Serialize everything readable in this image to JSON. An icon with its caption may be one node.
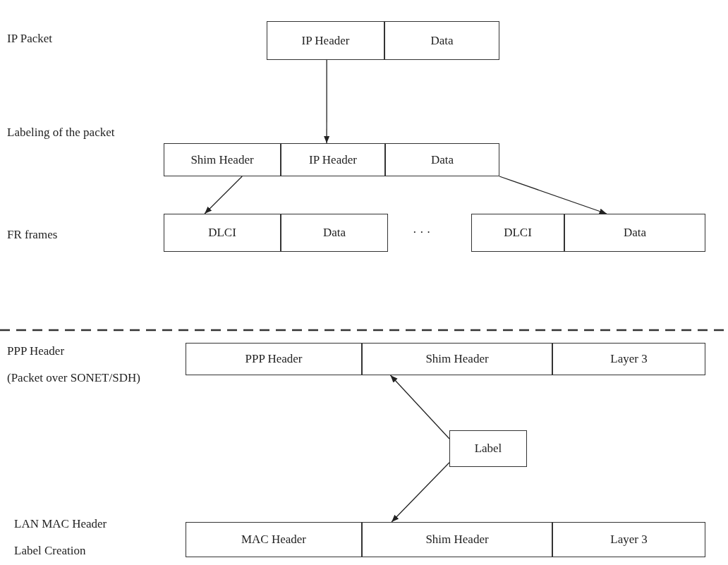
{
  "diagram": {
    "nodes": [
      {
        "text": [
          "IP Header"
        ]
      },
      {
        "text": [
          "Data"
        ]
      },
      {
        "text": [
          "Shim Header"
        ]
      },
      {
        "text": [
          "IP Header"
        ]
      },
      {
        "text": [
          "Data"
        ]
      },
      {
        "text": [
          "DLCI"
        ]
      },
      {
        "text": [
          "Data"
        ]
      },
      {
        "text": [
          "DLCI"
        ]
      },
      {
        "text": [
          "Data"
        ]
      },
      {
        "text": [
          "PPP Header"
        ]
      },
      {
        "text": [
          "Shim Header"
        ]
      },
      {
        "text": [
          "Layer 3"
        ]
      },
      {
        "text": [
          "Label"
        ]
      },
      {
        "text": [
          "MAC Header"
        ]
      },
      {
        "text": [
          "Shim Header"
        ]
      },
      {
        "text": [
          "Layer 3"
        ]
      }
    ],
    "edges": [
      {
        "from": 0,
        "to": 3,
        "arrow": "to"
      },
      {
        "from": 2,
        "to": 5,
        "arrow": "to"
      },
      {
        "from": 4,
        "to": 8,
        "arrow": "to"
      },
      {
        "from": 12,
        "to": 10,
        "arrow": "to"
      },
      {
        "from": 12,
        "to": 14,
        "arrow": "to"
      }
    ],
    "labels": [
      "IP Packet",
      "Labeling of the packet",
      "FR frames",
      "· · ·",
      "PPP Header",
      "(Packet over SONET/SDH)",
      "LAN MAC Header",
      "Label Creation"
    ]
  }
}
